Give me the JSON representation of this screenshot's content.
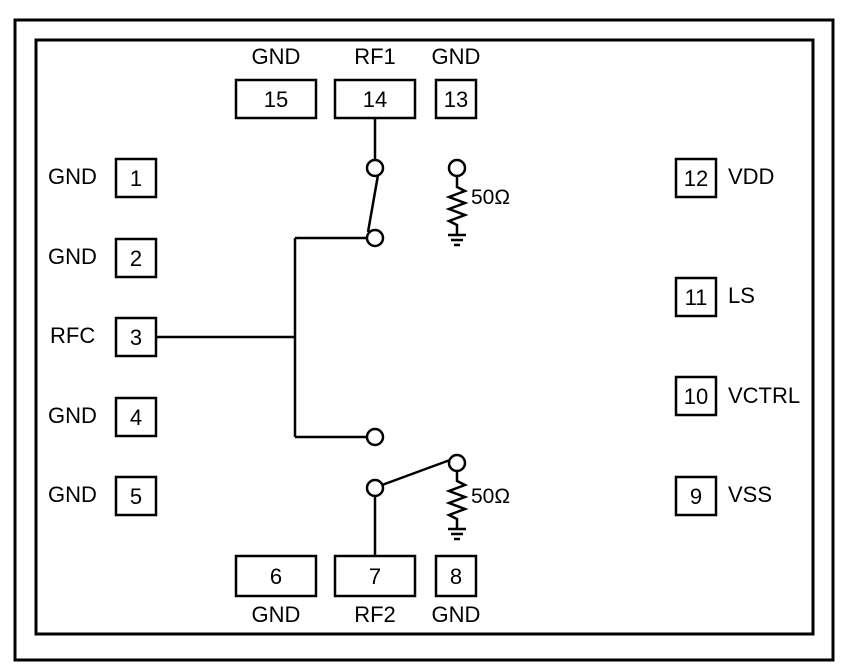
{
  "diagram": {
    "pins": [
      {
        "num": "1",
        "label": "GND"
      },
      {
        "num": "2",
        "label": "GND"
      },
      {
        "num": "3",
        "label": "RFC"
      },
      {
        "num": "4",
        "label": "GND"
      },
      {
        "num": "5",
        "label": "GND"
      },
      {
        "num": "6",
        "label": "GND"
      },
      {
        "num": "7",
        "label": "RF2"
      },
      {
        "num": "8",
        "label": "GND"
      },
      {
        "num": "9",
        "label": "VSS"
      },
      {
        "num": "10",
        "label": "VCTRL"
      },
      {
        "num": "11",
        "label": "LS"
      },
      {
        "num": "12",
        "label": "VDD"
      },
      {
        "num": "13",
        "label": "GND"
      },
      {
        "num": "14",
        "label": "RF1"
      },
      {
        "num": "15",
        "label": "GND"
      }
    ],
    "terminations": [
      {
        "label": "50Ω"
      },
      {
        "label": "50Ω"
      }
    ]
  }
}
